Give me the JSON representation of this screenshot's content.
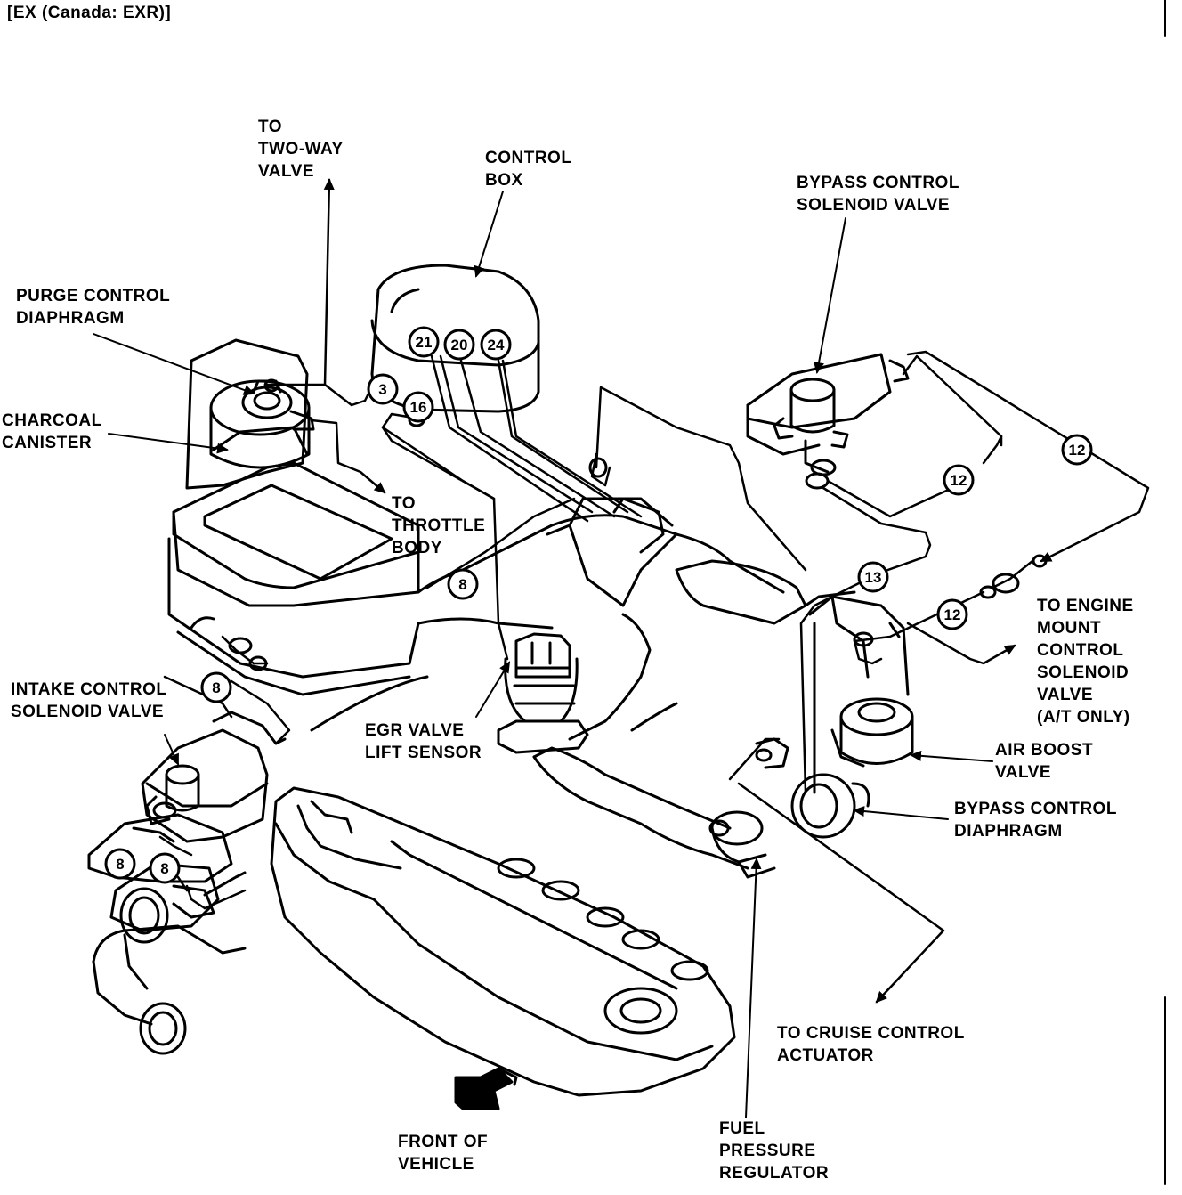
{
  "title": "[EX (Canada: EXR)]",
  "labels": {
    "to_two_way_valve": "TO\nTWO-WAY\nVALVE",
    "control_box": "CONTROL\nBOX",
    "bypass_control_solenoid_valve": "BYPASS CONTROL\nSOLENOID VALVE",
    "purge_control_diaphragm": "PURGE CONTROL\nDIAPHRAGM",
    "charcoal_canister": "CHARCOAL\nCANISTER",
    "to_throttle_body": "TO\nTHROTTLE\nBODY",
    "to_engine_mount": "TO ENGINE\nMOUNT\nCONTROL\nSOLENOID\nVALVE\n(A/T ONLY)",
    "intake_control_solenoid_valve": "INTAKE CONTROL\nSOLENOID VALVE",
    "egr_valve_lift_sensor": "EGR VALVE\nLIFT SENSOR",
    "air_boost_valve": "AIR BOOST\nVALVE",
    "bypass_control_diaphragm": "BYPASS CONTROL\nDIAPHRAGM",
    "to_cruise_control_actuator": "TO CRUISE CONTROL\nACTUATOR",
    "front_of_vehicle": "FRONT OF\nVEHICLE",
    "fuel_pressure_regulator": "FUEL\nPRESSURE\nREGULATOR"
  },
  "hose_numbers": {
    "n21": "21",
    "n20": "20",
    "n24": "24",
    "n3": "3",
    "n16": "16",
    "n12a": "12",
    "n12b": "12",
    "n12c": "12",
    "n13": "13",
    "n8a": "8",
    "n8b": "8",
    "n8c": "8",
    "n8d": "8"
  }
}
